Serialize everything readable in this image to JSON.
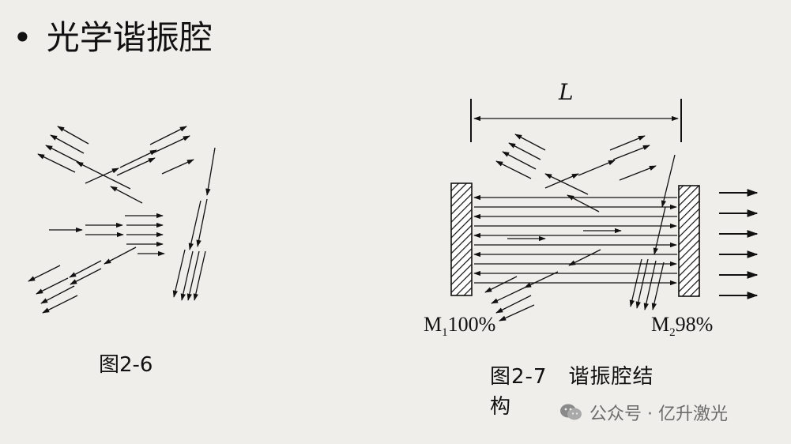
{
  "slide": {
    "bullet": "•",
    "title": "光学谐振腔"
  },
  "figure_left": {
    "caption": "图2-6"
  },
  "figure_right": {
    "length_label": "L",
    "mirror1": {
      "name": "M",
      "sub": "1",
      "reflectivity": "100%"
    },
    "mirror2": {
      "name": "M",
      "sub": "2",
      "reflectivity": "98%"
    },
    "caption_line1": "图2-7　谐振腔结",
    "caption_line2": "构"
  },
  "watermark": {
    "text": "公众号 · 亿升激光",
    "icon": "wechat-icon"
  },
  "colors": {
    "background": "#efeeeb",
    "ink": "#111111",
    "watermark": "#6b6b6b"
  }
}
